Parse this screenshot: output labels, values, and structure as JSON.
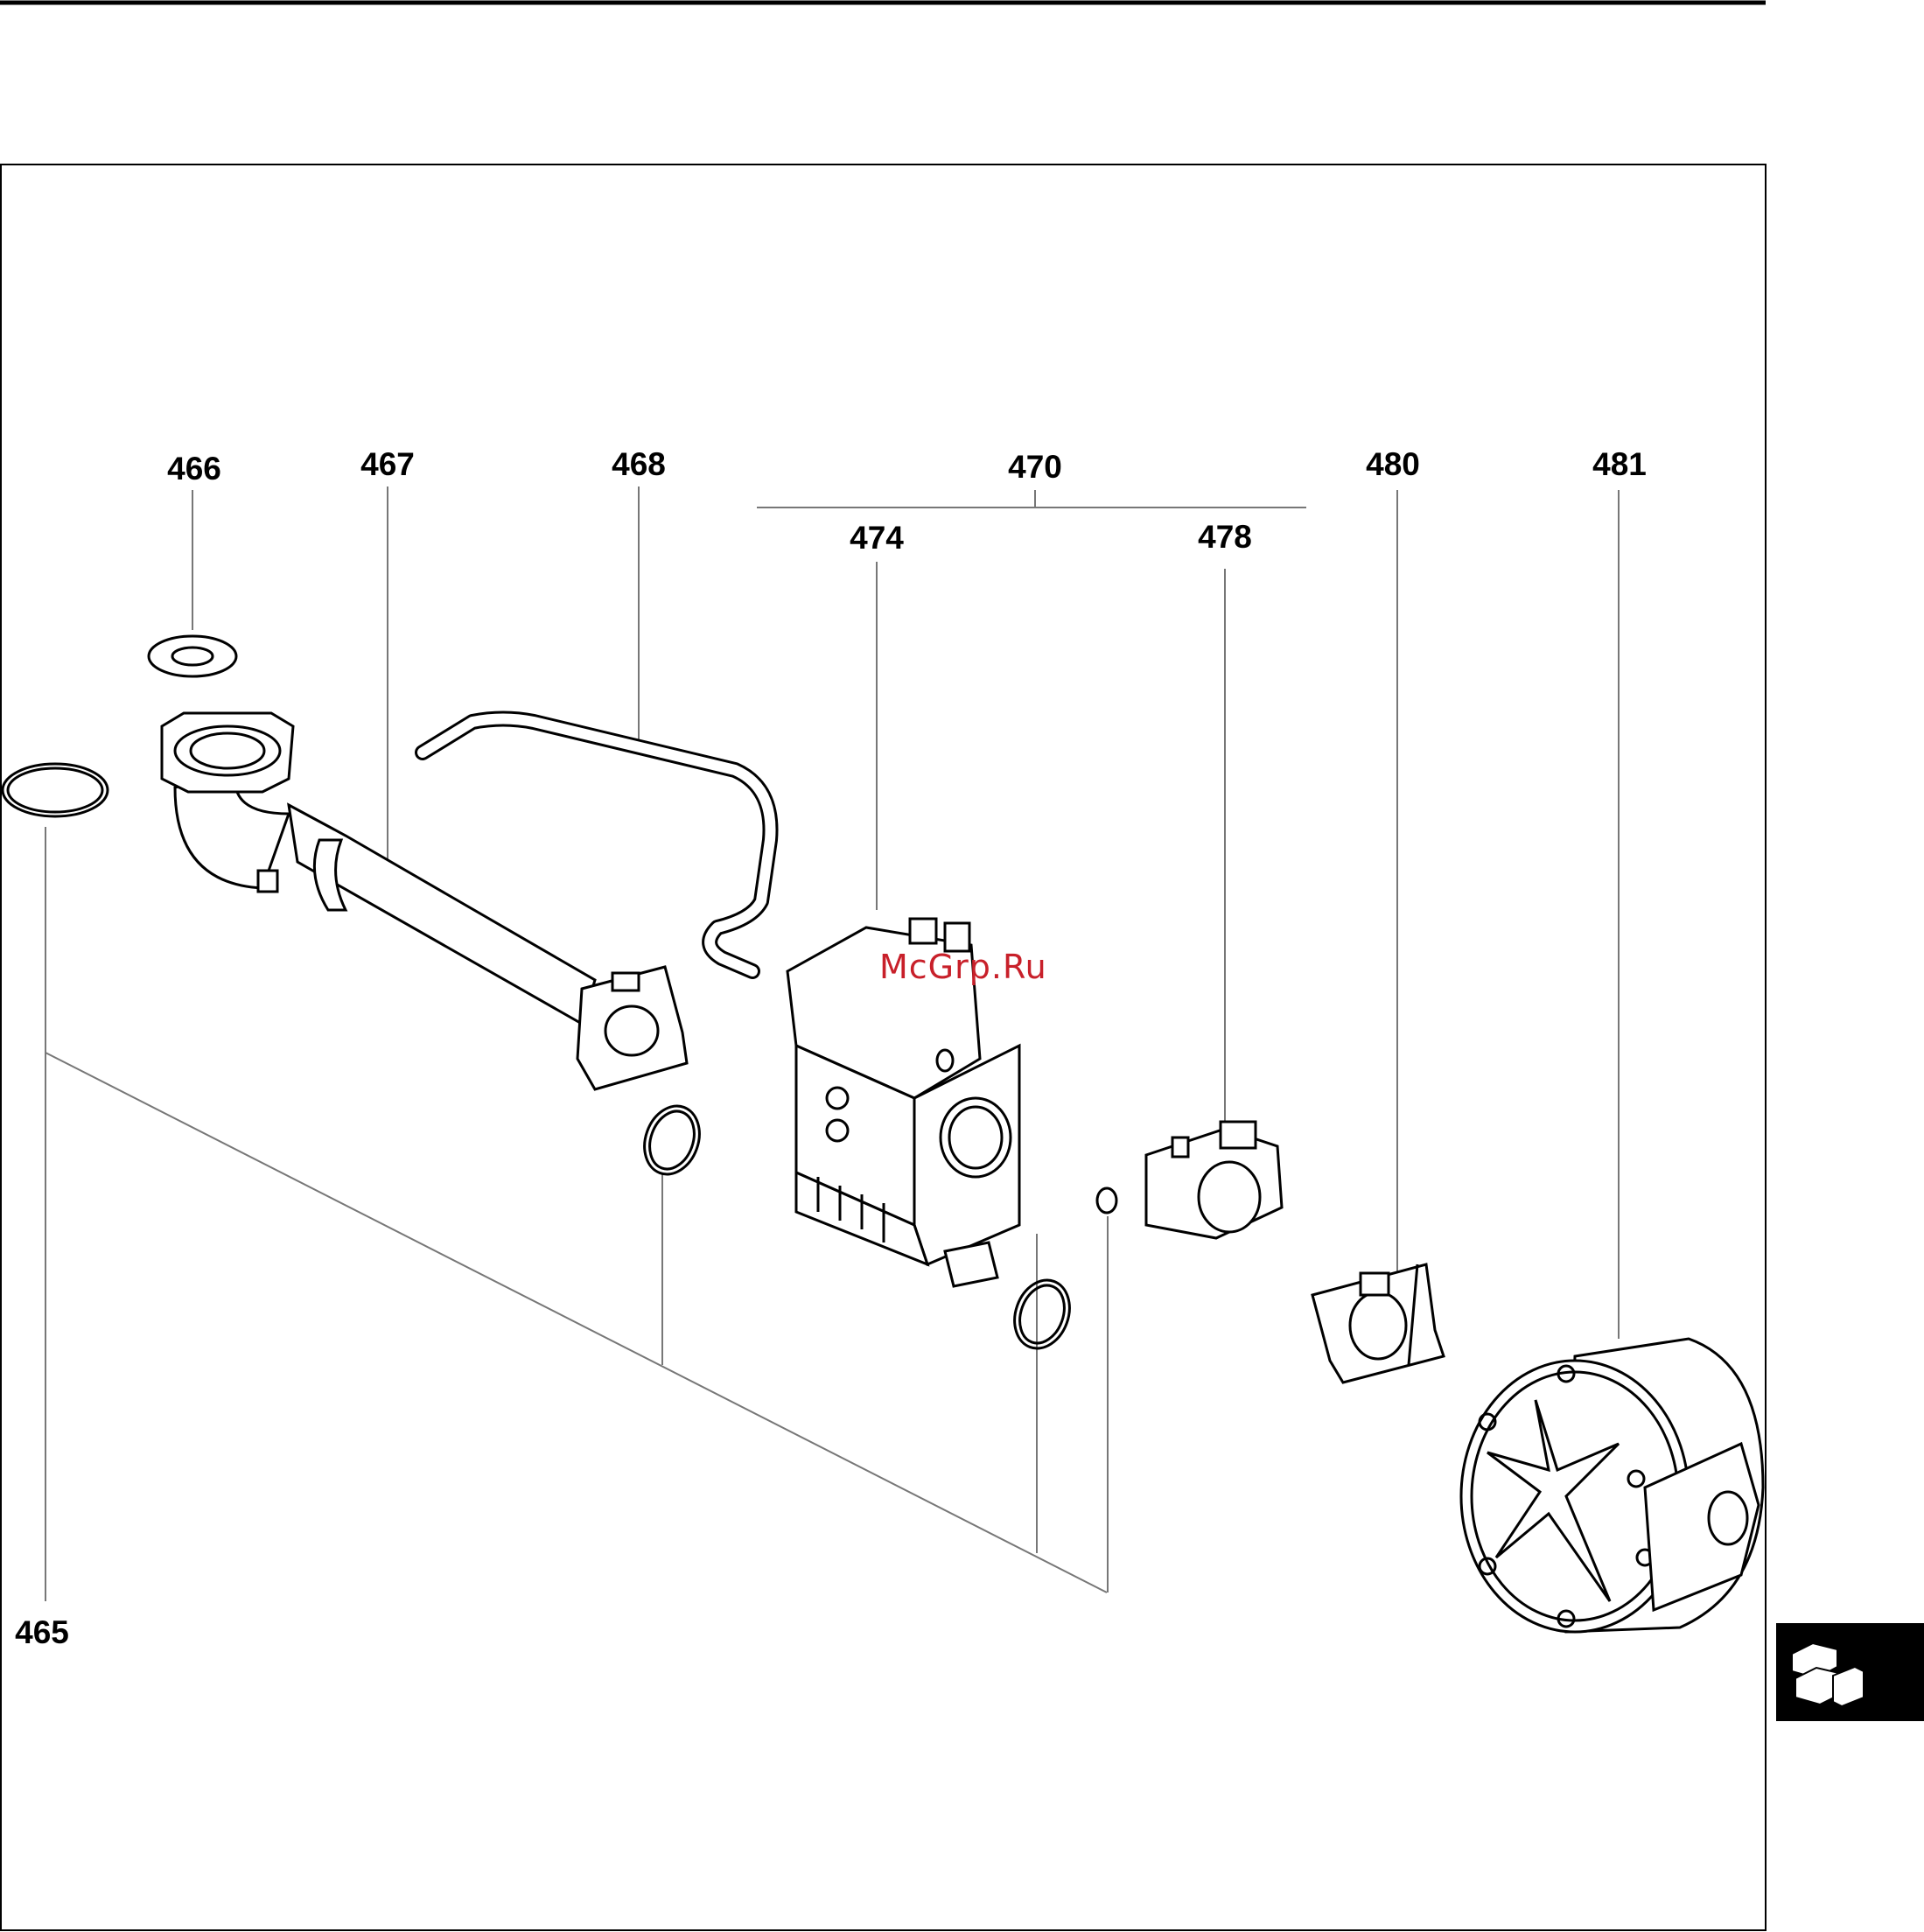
{
  "watermark": "McGrp.Ru",
  "labels": {
    "p465": "465",
    "p466": "466",
    "p467": "467",
    "p468": "468",
    "p470": "470",
    "p474": "474",
    "p478": "478",
    "p480": "480",
    "p481": "481"
  },
  "icons": {
    "side_tab": "blocks-icon"
  },
  "colors": {
    "watermark": "#c8202a",
    "tab": "#000000"
  }
}
